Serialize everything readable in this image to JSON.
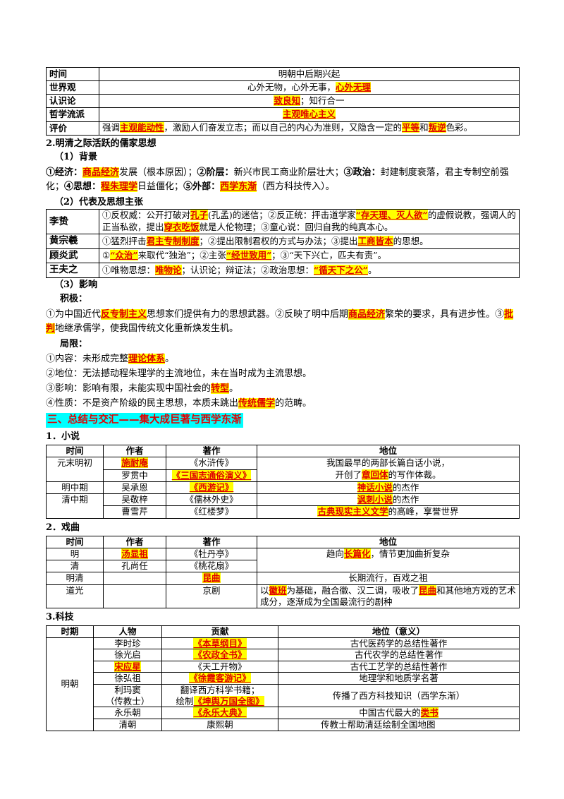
{
  "t1": {
    "time_label": "时间",
    "time_value": "明朝中后期兴起",
    "world_label": "世界观",
    "world_pre": "心外无物，心外无事，",
    "world_hl": "心外无理",
    "epi_label": "认识论",
    "epi_hl": "致良知",
    "epi_post": "；知行合一",
    "school_label": "哲学流派",
    "school_hl": "主观唯心主义",
    "eval_label": "评价",
    "eval_p1": "强调",
    "eval_hl1": "主观能动性",
    "eval_p2": "，激励人们奋发立志；而以自己的内心为准则，又隐含一定的",
    "eval_hl2": "平等",
    "eval_p3": "和",
    "eval_hl3": "叛逆",
    "eval_p4": "色彩。"
  },
  "s2": {
    "title": "2.明清之际活跃的儒家思想",
    "bg_title": "（1）背景",
    "bg": {
      "a1": "①经济：",
      "a2": "商品经济",
      "a3": "发展（根本原因）；",
      "a4": "②阶层：",
      "a5": "新兴市民工商业阶层壮大；",
      "a6": "③政治：",
      "a7": "封建制度衰落，君主专制空前强化；",
      "a8": "④思想：",
      "a9": "程朱理学",
      "a10": "日益僵化；",
      "a11": "⑤外部：",
      "a12": "西学东渐",
      "a13": "（西方科技传入）。"
    },
    "rep_title": "（2）代表及思想主张",
    "rep": {
      "li_name": "李贽",
      "li_1": "①反权威：公开打破对",
      "li_2": "孔子",
      "li_3": "(孔孟)的迷信；②反正统：抨击道学家",
      "li_4": "“存天理、灭人欲”",
      "li_5": "的虚假说教，强调人的正当私欲，提出",
      "li_6": "穿衣吃饭",
      "li_7": "就是人伦物理；③童心说：回归自我的纯真本心。",
      "huang_name": "黄宗羲",
      "h_1": "①猛烈抨击",
      "h_2": "君主专制制度",
      "h_3": "；②提出限制君权的方式与办法；③提出",
      "h_4": "工商皆本",
      "h_5": "的思想。",
      "gu_name": "顾炎武",
      "g_1": "①",
      "g_2": "“众治”",
      "g_3": "来取代“独治”；②主张",
      "g_4": "“经世致用”",
      "g_5": "；③“天下兴亡，匹夫有责”。",
      "wang_name": "王夫之",
      "w_1": "①唯物思想：",
      "w_2": "唯物论",
      "w_3": "；认识论；辩证法；②政治思想：",
      "w_4": "“循天下之公”",
      "w_5": "。"
    },
    "inf_title": "（3）影响",
    "pos_title": "积极：",
    "pos_1": "①为中国近代",
    "pos_2": "反专制主义",
    "pos_3": "思想家们提供有力的思想武器。②反映了明中后期",
    "pos_4": "商品经济",
    "pos_5": "繁荣的要求，具有进步性。③",
    "pos_6": "批判",
    "pos_7": "地继承儒学，使我国传统文化重新焕发生机。",
    "lim_title": "局限：",
    "lim1_a": "①内容：未形成完整",
    "lim1_b": "理论体系",
    "lim1_c": "。",
    "lim2": "②地位：无法撼动程朱理学的主流地位，未在当时成为主流思想。",
    "lim3_a": "③影响：影响有限，未能实现中国社会的",
    "lim3_b": "转型",
    "lim3_c": "。",
    "lim4_a": "④性质：不是资产阶级的民主思想，本质未跳出",
    "lim4_b": "传统儒学",
    "lim4_c": "的范畴。"
  },
  "s3": {
    "title": "三、总结与交汇——集大成巨著与西学东渐",
    "novel_title": "1．小说",
    "novel_head": [
      "时间",
      "作者",
      "著作",
      "地位"
    ],
    "n": {
      "r1_time": "元末明初",
      "r1_author": "施耐庵",
      "r1_work": "《水浒传》",
      "r1_pos": "我国最早的两部长篇白话小说，",
      "r1_pos2a": "开创了",
      "r1_pos2b": "章回体",
      "r1_pos2c": "的写作体裁。",
      "r2_author": "罗贯中",
      "r2_work": "《三国志通俗演义》",
      "r3_time": "明中期",
      "r3_author": "吴承恩",
      "r3_work": "《西游记》",
      "r3_pos_a": "神话小说",
      "r3_pos_b": "的杰作",
      "r4_time": "清中期",
      "r4_author": "吴敬梓",
      "r4_work": "《儒林外史》",
      "r4_pos_a": "讽刺小说",
      "r4_pos_b": "的杰作",
      "r5_author": "曹雪芹",
      "r5_work": "《红楼梦》",
      "r5_pos_a": "古典现实主义文学",
      "r5_pos_b": "的高峰，享誉世界"
    },
    "opera_title": "2．戏曲",
    "opera_head": [
      "时间",
      "作者",
      "著作",
      "地位"
    ],
    "o": {
      "r1_time": "明",
      "r1_author": "汤显祖",
      "r1_work": "《牡丹亭》",
      "r1_pos_a": "趋向",
      "r1_pos_b": "长篇化",
      "r1_pos_c": "，情节更加曲折复杂",
      "r2_time": "清",
      "r2_author": "孔尚任",
      "r2_work": "《桃花扇》",
      "r3_time": "明清",
      "r3_work": "昆曲",
      "r3_pos": "长期流行，百戏之祖",
      "r4_time": "道光",
      "r4_work": "京剧",
      "r4_pos_a": "以",
      "r4_pos_b": "徽班",
      "r4_pos_c": "为基础，融合徽、汉二调，吸收了",
      "r4_pos_d": "昆曲",
      "r4_pos_e": "和其他地方戏的艺术成分，逐渐成为全国最流行的剧种"
    },
    "sci_title": "3.科技",
    "sci_head": [
      "时期",
      "人物",
      "贡献",
      "地位（意义）"
    ],
    "s": {
      "ming": "明朝",
      "r1_person": "李时珍",
      "r1_work": "《本草纲目》",
      "r1_pos": "古代医药学的总结性著作",
      "r2_person": "徐光启",
      "r2_work": "《农政全书》",
      "r2_pos": "古代农学的总结性著作",
      "r3_person": "宋应星",
      "r3_work": "《天工开物》",
      "r3_pos": "古代工艺学的总结性著作",
      "r4_person": "徐弘祖",
      "r4_work": "《徐霞客游记》",
      "r4_pos": "地理学和地质学名著",
      "r5_person": "利玛窦",
      "r5_person2": "（传教士）",
      "r5_work1": "翻译西方科学书籍；",
      "r5_work2a": "绘制",
      "r5_work2b": "《坤舆万国全图》",
      "r5_pos": "传播了西方科技知识（西学东渐）",
      "r6_person": "永乐朝",
      "r6_work": "《永乐大典》",
      "r6_pos_a": "中国古代最大的",
      "r6_pos_b": "类书",
      "qing": "清朝",
      "r7_person": "康熙朝",
      "r7_pos": "传教士帮助清廷绘制全国地图"
    }
  }
}
